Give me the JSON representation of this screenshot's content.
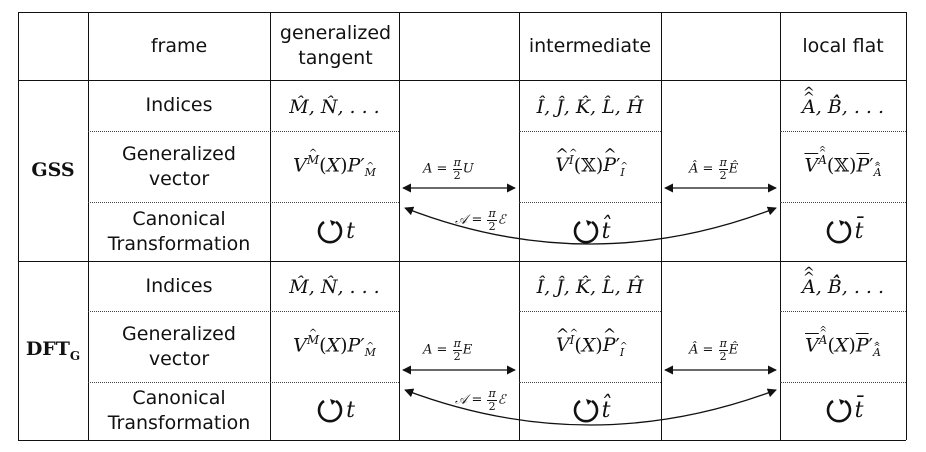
{
  "header": {
    "frame": "frame",
    "generalized_tangent": "generalized tangent",
    "intermediate": "intermediate",
    "local_flat": "local flat"
  },
  "row_labels": {
    "indices": "Indices",
    "generalized_vector": "Generalized vector",
    "canonical_transformation": "Canonical Transformation"
  },
  "groups": [
    {
      "name": "GSS",
      "name_sub": "",
      "vector_arg": "𝕏",
      "vector_arg_tangent": "X",
      "map_tangent_intermediate": "U",
      "map_intermediate_flat": "Ê"
    },
    {
      "name": "DFT",
      "name_sub": "G",
      "vector_arg": "X",
      "vector_arg_tangent": "X",
      "map_tangent_intermediate": "E",
      "map_intermediate_flat": "Ê"
    }
  ],
  "math": {
    "indices_tangent": "M̂, N̂, . . .",
    "indices_intermediate": "Î, Ĵ, K̂, L̂, Ĥ",
    "indices_flat": "B̂̂, . . .",
    "A_symbol": "A",
    "A_hat_symbol": "Â",
    "A_script_symbol": "𝒜",
    "pi": "π",
    "two": "2",
    "script_E": "ℰ",
    "t": "t",
    "t_hat": "t̂",
    "t_bar": "t̄",
    "vector_tangent": "V",
    "P_prime": "P′"
  }
}
